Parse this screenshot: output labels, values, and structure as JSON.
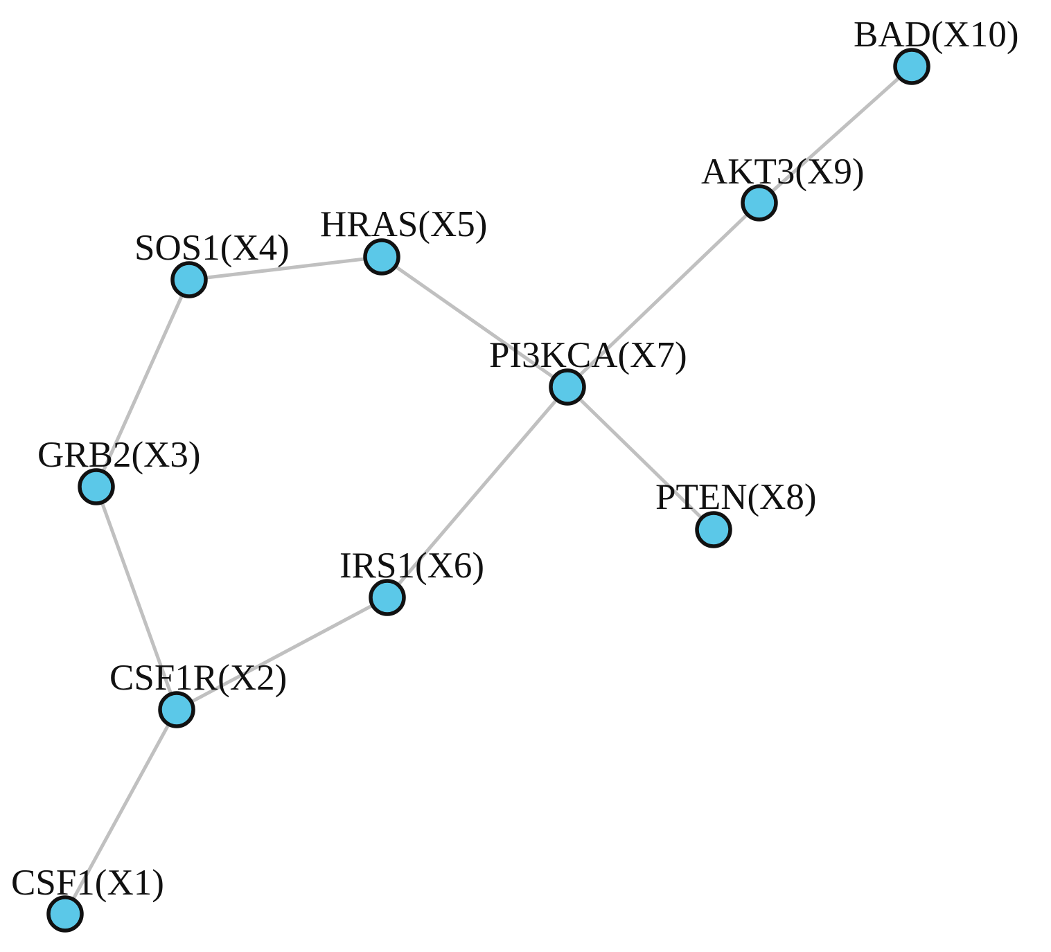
{
  "colors": {
    "edge": "#c0c0c0",
    "node_fill": "#5bc8e8",
    "node_stroke": "#111111",
    "label": "#111111",
    "background": "#ffffff"
  },
  "graph": {
    "nodes": [
      {
        "id": "X1",
        "label": "CSF1(X1)"
      },
      {
        "id": "X2",
        "label": "CSF1R(X2)"
      },
      {
        "id": "X3",
        "label": "GRB2(X3)"
      },
      {
        "id": "X4",
        "label": "SOS1(X4)"
      },
      {
        "id": "X5",
        "label": "HRAS(X5)"
      },
      {
        "id": "X6",
        "label": "IRS1(X6)"
      },
      {
        "id": "X7",
        "label": "PI3KCA(X7)"
      },
      {
        "id": "X8",
        "label": "PTEN(X8)"
      },
      {
        "id": "X9",
        "label": "AKT3(X9)"
      },
      {
        "id": "X10",
        "label": "BAD(X10)"
      }
    ],
    "edges": [
      {
        "source": "X1",
        "target": "X2"
      },
      {
        "source": "X2",
        "target": "X3"
      },
      {
        "source": "X3",
        "target": "X4"
      },
      {
        "source": "X4",
        "target": "X5"
      },
      {
        "source": "X5",
        "target": "X7"
      },
      {
        "source": "X2",
        "target": "X6"
      },
      {
        "source": "X6",
        "target": "X7"
      },
      {
        "source": "X7",
        "target": "X8"
      },
      {
        "source": "X7",
        "target": "X9"
      },
      {
        "source": "X9",
        "target": "X10"
      }
    ]
  }
}
